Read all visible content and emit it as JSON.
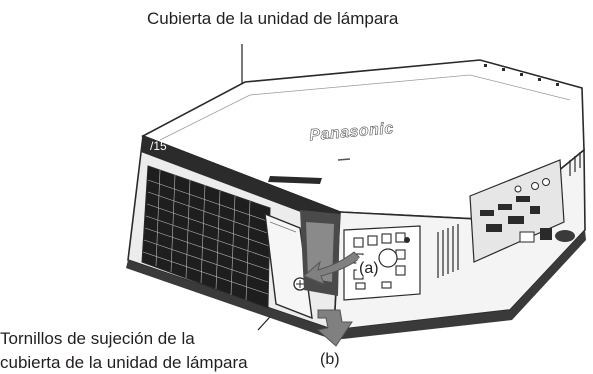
{
  "labels": {
    "lamp_cover": "Cubierta de la unidad de lámpara",
    "screws_line1": "Tornillos de sujeción de la",
    "screws_line2": "cubierta de la unidad de lámpara",
    "step_a": "(a)",
    "step_b": "(b)"
  },
  "brand_logo": "Panasonic",
  "device_marking": "/15"
}
